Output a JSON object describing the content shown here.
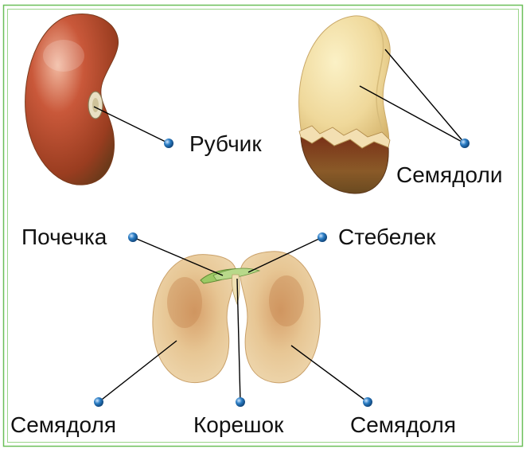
{
  "labels": {
    "hilum": "Рубчик",
    "cotyledons_top": "Семядоли",
    "plumule": "Почечка",
    "stem": "Стебелек",
    "cotyledon_left": "Семядоля",
    "radicle": "Корешок",
    "cotyledon_right": "Семядоля"
  },
  "colors": {
    "frame": "#6bbf59",
    "seed_coat": "#b4472b",
    "cotyledon": "#e8cc92",
    "embryo_leaf": "#9bc964",
    "pin": "#1f6fb3",
    "leader": "#000000"
  }
}
